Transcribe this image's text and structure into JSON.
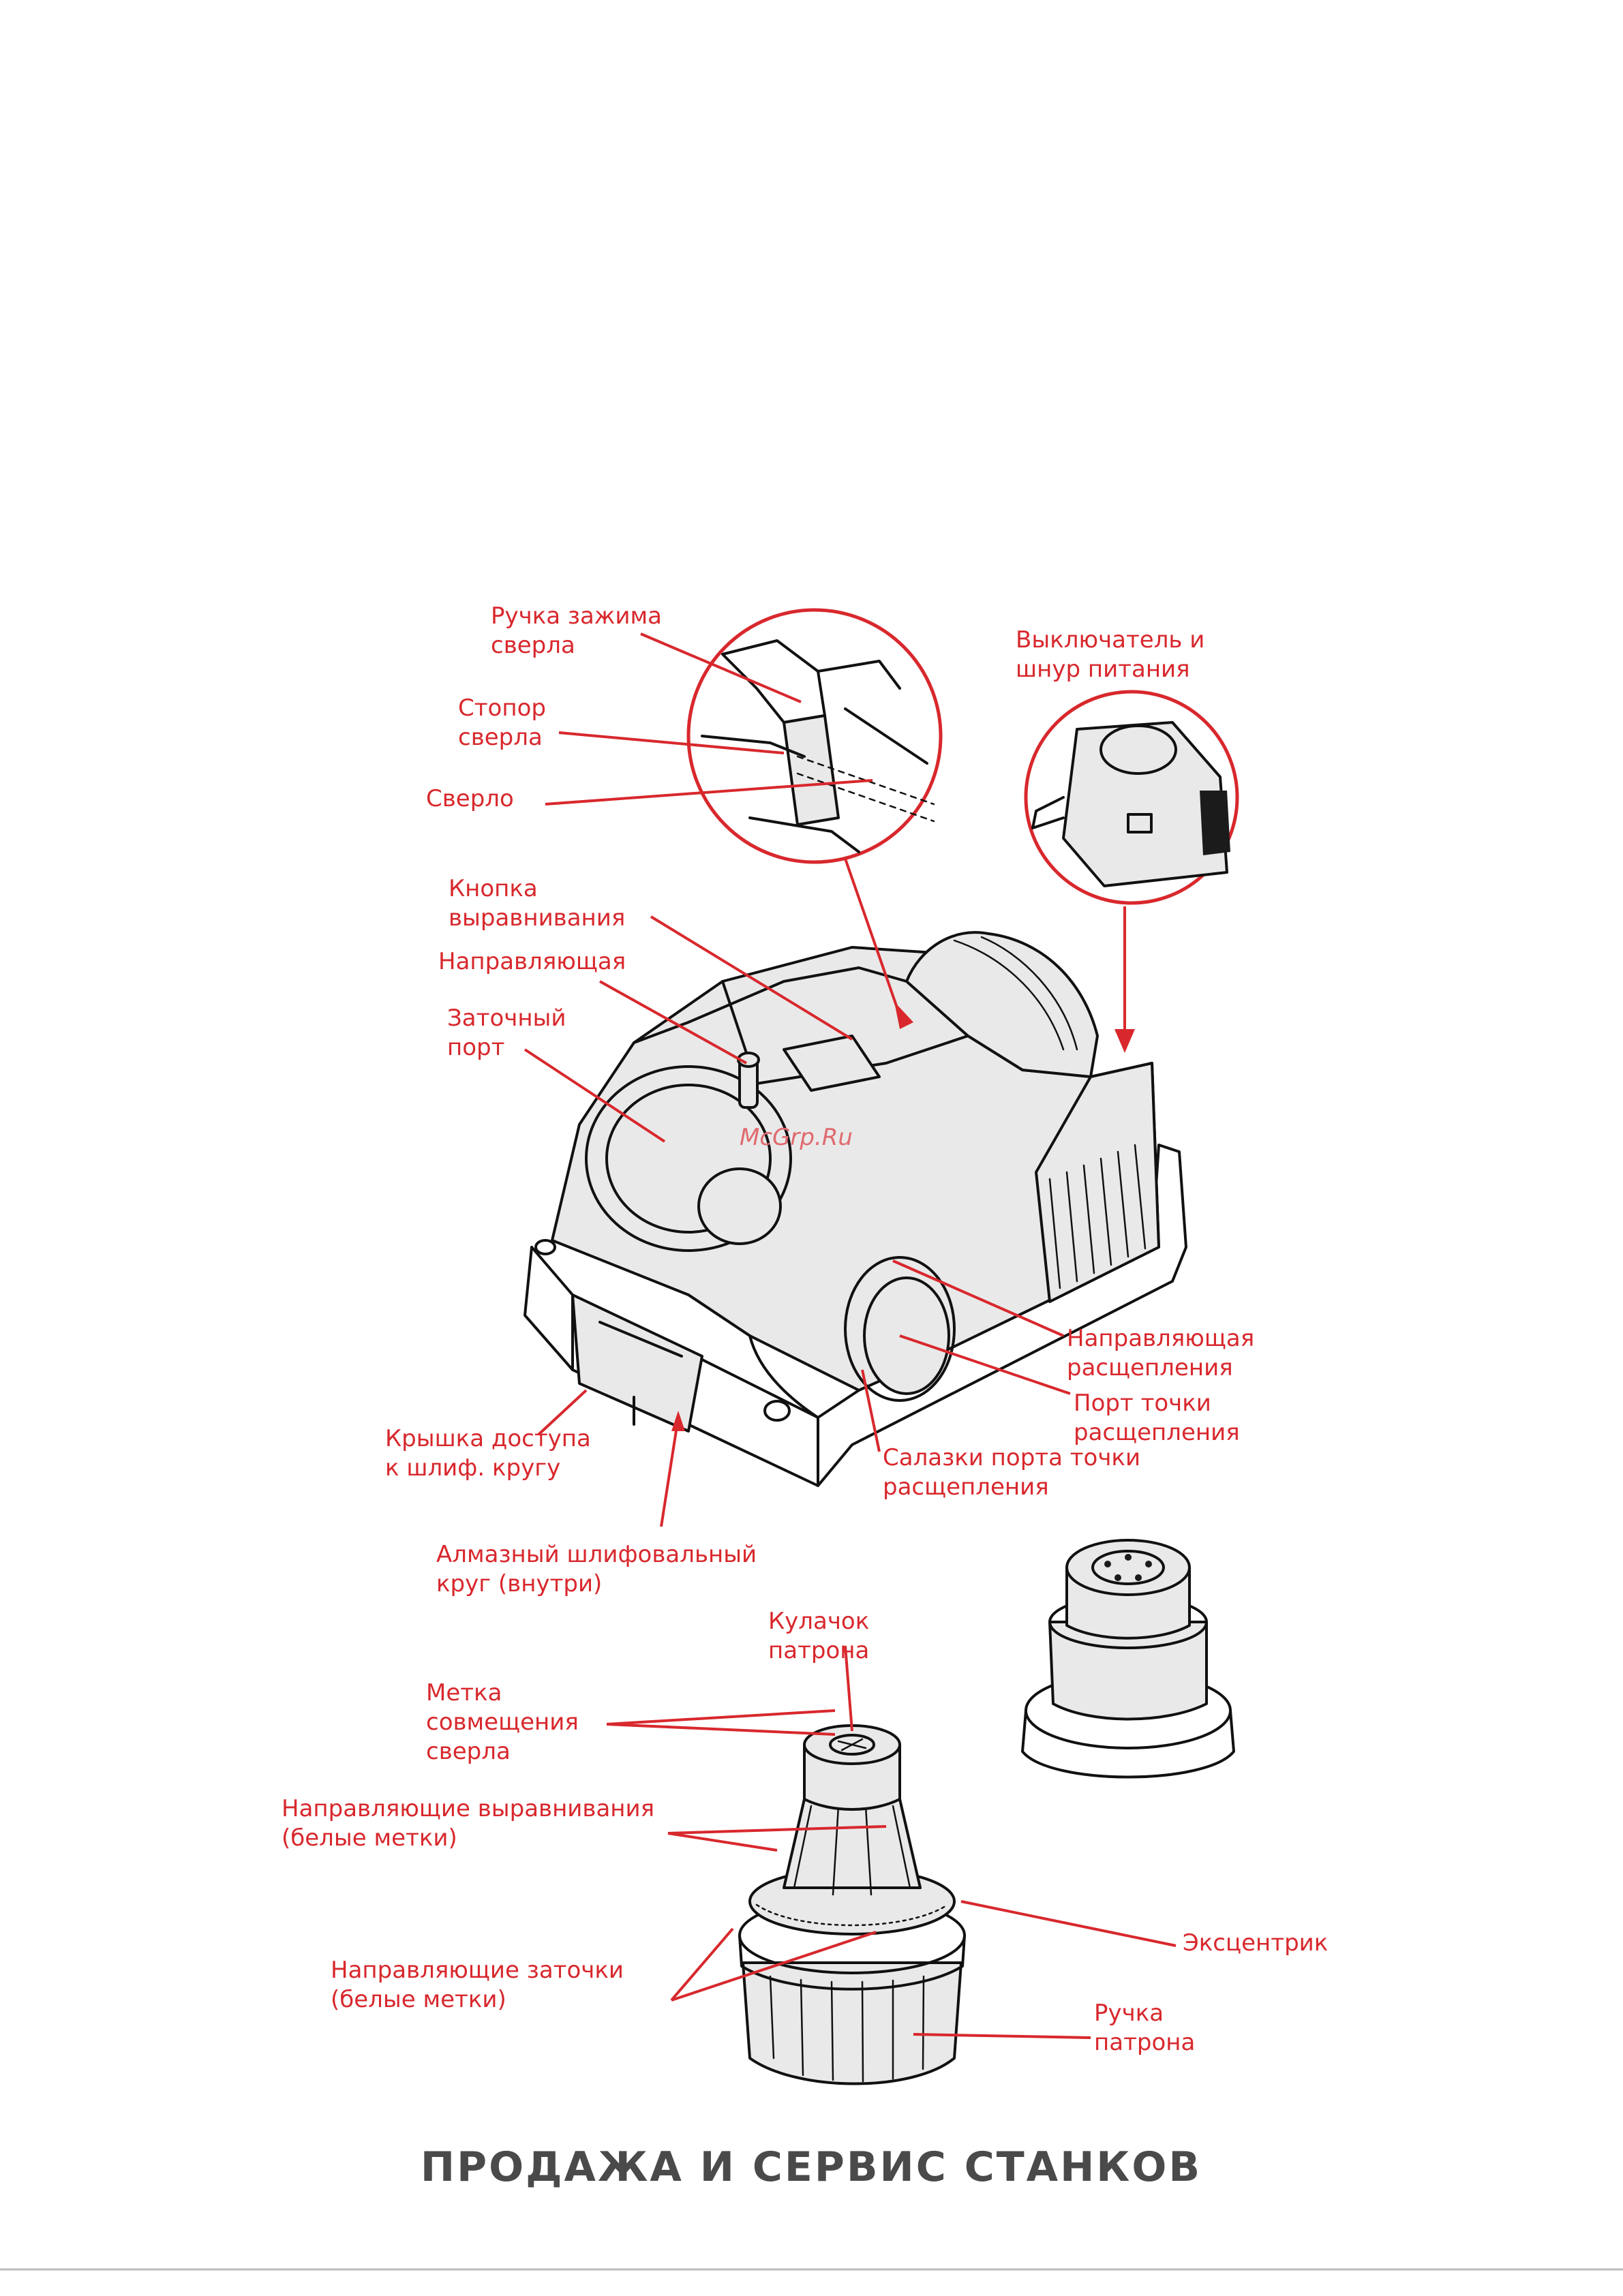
{
  "labels": {
    "clamp_knob": [
      "Ручка зажима",
      "сверла"
    ],
    "drill_stop": [
      "Стопор",
      "сверла"
    ],
    "drill": [
      "Сверло"
    ],
    "power_switch": [
      "Выключатель и",
      "шнур питания"
    ],
    "align_button": [
      "Кнопка",
      "выравнивания"
    ],
    "guide": [
      "Направляющая"
    ],
    "sharpening_port": [
      "Заточный",
      "порт"
    ],
    "split_guide": [
      "Направляющая",
      "расщепления"
    ],
    "split_port": [
      "Порт точки",
      "расщепления"
    ],
    "split_slide": [
      "Салазки порта точки",
      "расщепления"
    ],
    "wheel_cover": [
      "Крышка доступа",
      "к шлиф. кругу"
    ],
    "diamond_wheel": [
      "Алмазный шлифовальный",
      "круг (внутри)"
    ],
    "chuck_jaw": [
      "Кулачок",
      "патрона"
    ],
    "drill_mark": [
      "Метка",
      "совмещения",
      "сверла"
    ],
    "align_guides": [
      "Направляющие выравнивания",
      "(белые метки)"
    ],
    "eccentric": [
      "Эксцентрик"
    ],
    "sharpen_guides": [
      "Направляющие заточки",
      "(белые метки)"
    ],
    "chuck_handle": [
      "Ручка",
      "патрона"
    ]
  },
  "watermark": "McGrp.Ru",
  "footer": "ПРОДАЖА И СЕРВИС СТАНКОВ",
  "colors": {
    "label": "#d8282d",
    "footer": "#4a4a4a",
    "line": "#111111"
  }
}
